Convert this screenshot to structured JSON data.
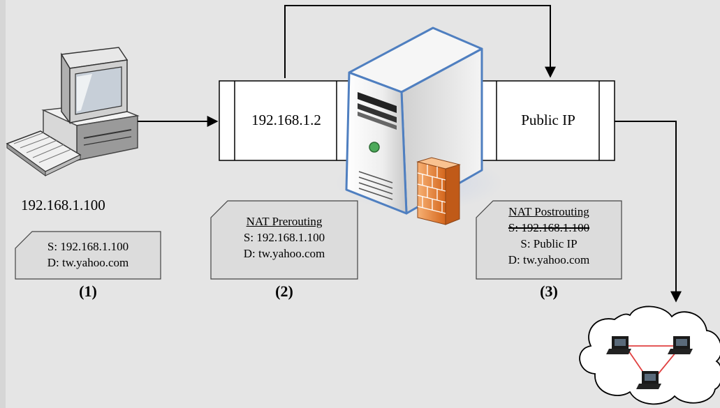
{
  "pc": {
    "ip": "192.168.1.100"
  },
  "nat_device": {
    "internal_ip": "192.168.1.2",
    "external_ip": "Public IP"
  },
  "steps": [
    {
      "number": "(1)",
      "source": "S: 192.168.1.100",
      "dest": "D: tw.yahoo.com"
    },
    {
      "number": "(2)",
      "title": "NAT Prerouting",
      "source": "S: 192.168.1.100",
      "dest": "D: tw.yahoo.com"
    },
    {
      "number": "(3)",
      "title": "NAT Postrouting",
      "old_source": "S: 192.168.1.100",
      "source": "S: Public IP",
      "dest": "D: tw.yahoo.com"
    }
  ],
  "colors": {
    "background": "#e5e5e5",
    "note_fill": "#dcdcdc",
    "server_outline": "#4f7fc0",
    "firewall": "#e07a2c",
    "network_link": "#e04040"
  }
}
